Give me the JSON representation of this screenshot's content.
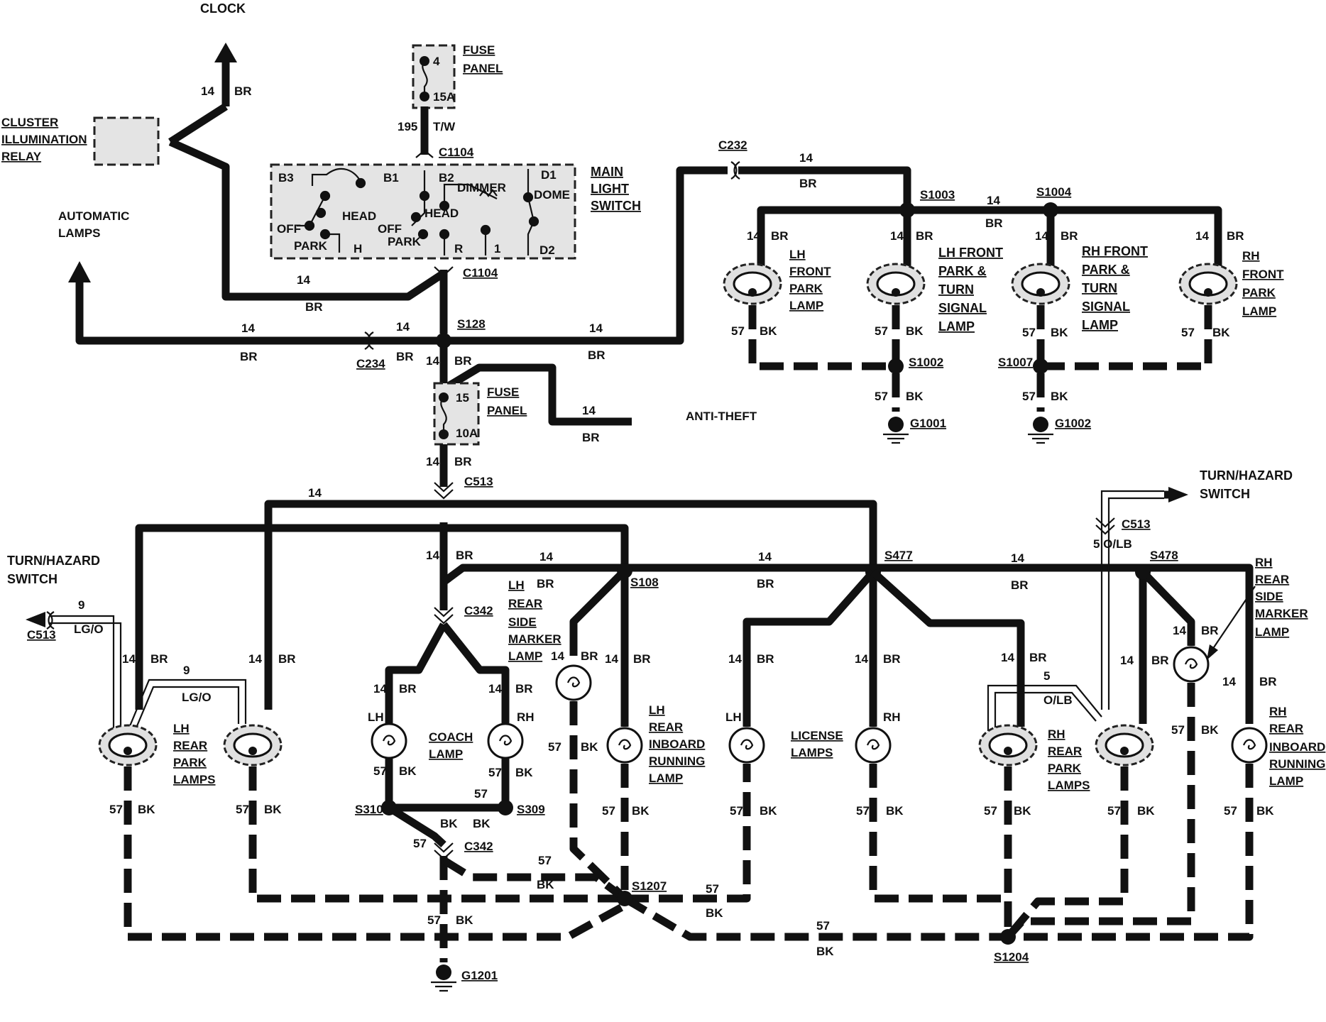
{
  "labels": {
    "clock": "CLOCK",
    "cluster_relay": [
      "CLUSTER",
      "ILLUMINATION",
      "RELAY"
    ],
    "fuse_panel": [
      "FUSE",
      "PANEL"
    ],
    "fuse1_num": "4",
    "fuse1_amp": "15A",
    "fuse2_num": "15",
    "fuse2_amp": "10A",
    "main_light_switch": [
      "MAIN",
      "LIGHT",
      "SWITCH"
    ],
    "automatic_lamps": [
      "AUTOMATIC",
      "LAMPS"
    ],
    "anti_theft": "ANTI-THEFT",
    "turn_hazard_switch": [
      "TURN/HAZARD",
      "SWITCH"
    ],
    "switch_terms": [
      "B3",
      "B1",
      "B2",
      "D1",
      "DIMMER",
      "DOME",
      "HEAD",
      "HEAD",
      "OFF",
      "OFF",
      "PARK",
      "PARK",
      "H",
      "R",
      "1",
      "D2"
    ],
    "lh_front_park_lamp": [
      "LH",
      "FRONT",
      "PARK",
      "LAMP"
    ],
    "lh_front_park_turn": [
      "LH FRONT",
      "PARK &",
      "TURN",
      "SIGNAL",
      "LAMP"
    ],
    "rh_front_park_turn": [
      "RH FRONT",
      "PARK &",
      "TURN",
      "SIGNAL",
      "LAMP"
    ],
    "rh_front_park_lamp": [
      "RH",
      "FRONT",
      "PARK",
      "LAMP"
    ],
    "lh_rear_side_marker": [
      "LH",
      "REAR",
      "SIDE",
      "MARKER",
      "LAMP"
    ],
    "rh_rear_side_marker": [
      "RH",
      "REAR",
      "SIDE",
      "MARKER",
      "LAMP"
    ],
    "lh_rear_park": [
      "LH",
      "REAR",
      "PARK",
      "LAMPS"
    ],
    "rh_rear_park": [
      "RH",
      "REAR",
      "PARK",
      "LAMPS"
    ],
    "coach_lamp": [
      "COACH",
      "LAMP"
    ],
    "lh_rear_inboard": [
      "LH",
      "REAR",
      "INBOARD",
      "RUNNING",
      "LAMP"
    ],
    "rh_rear_inboard": [
      "RH",
      "REAR",
      "INBOARD",
      "RUNNING",
      "LAMP"
    ],
    "license_lamps": [
      "LICENSE",
      "LAMPS"
    ],
    "lh": "LH",
    "rh": "RH"
  },
  "connectors": [
    "C1104",
    "C1104",
    "C232",
    "C234",
    "C513",
    "C513",
    "C513",
    "C342",
    "C342"
  ],
  "splices": [
    "S1003",
    "S1004",
    "S128",
    "S1002",
    "S1007",
    "S108",
    "S477",
    "S478",
    "S310",
    "S309",
    "S1207",
    "S1204"
  ],
  "grounds": [
    "G1001",
    "G1002",
    "G1201"
  ],
  "wires": {
    "w14": "14",
    "w195": "195",
    "w57": "57",
    "w9": "9",
    "w5": "5",
    "br": "BR",
    "bk": "BK",
    "tw": "T/W",
    "lgo": "LG/O",
    "olb": "O/LB",
    "five_olb": "5 O/LB"
  }
}
